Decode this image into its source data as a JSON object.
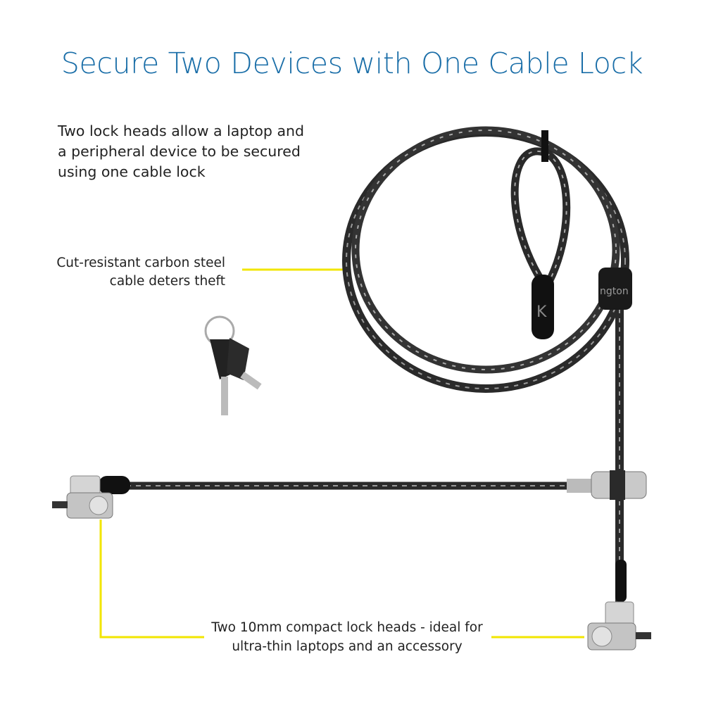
{
  "title": "Secure Two Devices with One Cable Lock",
  "intro": {
    "line1": "Two lock heads allow a laptop and",
    "line2": "a peripheral device to be secured",
    "line3": "using one cable lock"
  },
  "callouts": {
    "cable": {
      "line1": "Cut-resistant carbon steel",
      "line2": "cable deters theft"
    },
    "heads": {
      "line1": "Two 10mm compact lock heads - ideal for",
      "line2": "ultra-thin laptops and an accessory"
    }
  },
  "strap_brand": "ngton",
  "colors": {
    "title": "#1a6ea8",
    "callout_line": "#f2e600",
    "cable": "#2a2a2a"
  }
}
